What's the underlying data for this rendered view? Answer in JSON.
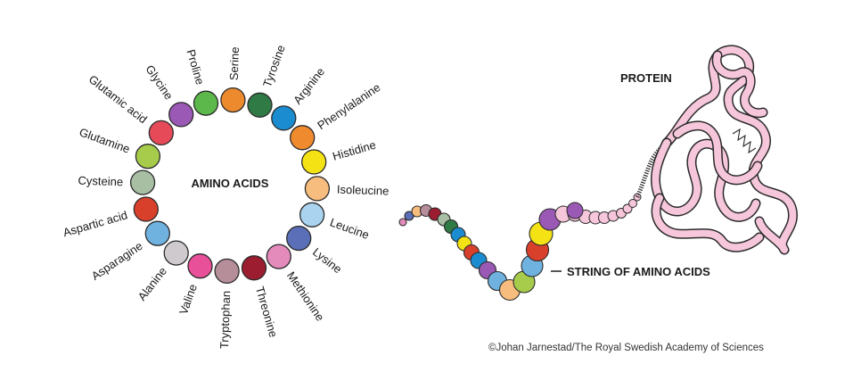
{
  "diagram": {
    "ring_title": "AMINO ACIDS",
    "string_label": "STRING OF AMINO ACIDS",
    "protein_label": "PROTEIN",
    "credit": "©Johan Jarnestad/The Royal Swedish Academy of Sciences",
    "amino_acids": [
      {
        "name": "Glycine",
        "color": "#9b59b6"
      },
      {
        "name": "Proline",
        "color": "#5cb84a"
      },
      {
        "name": "Serine",
        "color": "#ee8a2e"
      },
      {
        "name": "Tyrosine",
        "color": "#2f7a45"
      },
      {
        "name": "Arginine",
        "color": "#1b8ccf"
      },
      {
        "name": "Phenylalanine",
        "color": "#f08a2e"
      },
      {
        "name": "Histidine",
        "color": "#f5e214"
      },
      {
        "name": "Isoleucine",
        "color": "#f7bd7e"
      },
      {
        "name": "Leucine",
        "color": "#a9d3ef"
      },
      {
        "name": "Lysine",
        "color": "#5a6fb7"
      },
      {
        "name": "Methionine",
        "color": "#e48bbb"
      },
      {
        "name": "Threonine",
        "color": "#9b1d2f"
      },
      {
        "name": "Tryptophan",
        "color": "#b58e9a"
      },
      {
        "name": "Valine",
        "color": "#e9509a"
      },
      {
        "name": "Alanine",
        "color": "#cfcacd"
      },
      {
        "name": "Asparagine",
        "color": "#6fb2e0"
      },
      {
        "name": "Aspartic acid",
        "color": "#d9402c"
      },
      {
        "name": "Cysteine",
        "color": "#a8bfa4"
      },
      {
        "name": "Glutamine",
        "color": "#a7cc4c"
      },
      {
        "name": "Glutamic acid",
        "color": "#e64a58"
      }
    ],
    "protein_color": "#f6c6da",
    "outline_color": "#2b2b2b"
  }
}
